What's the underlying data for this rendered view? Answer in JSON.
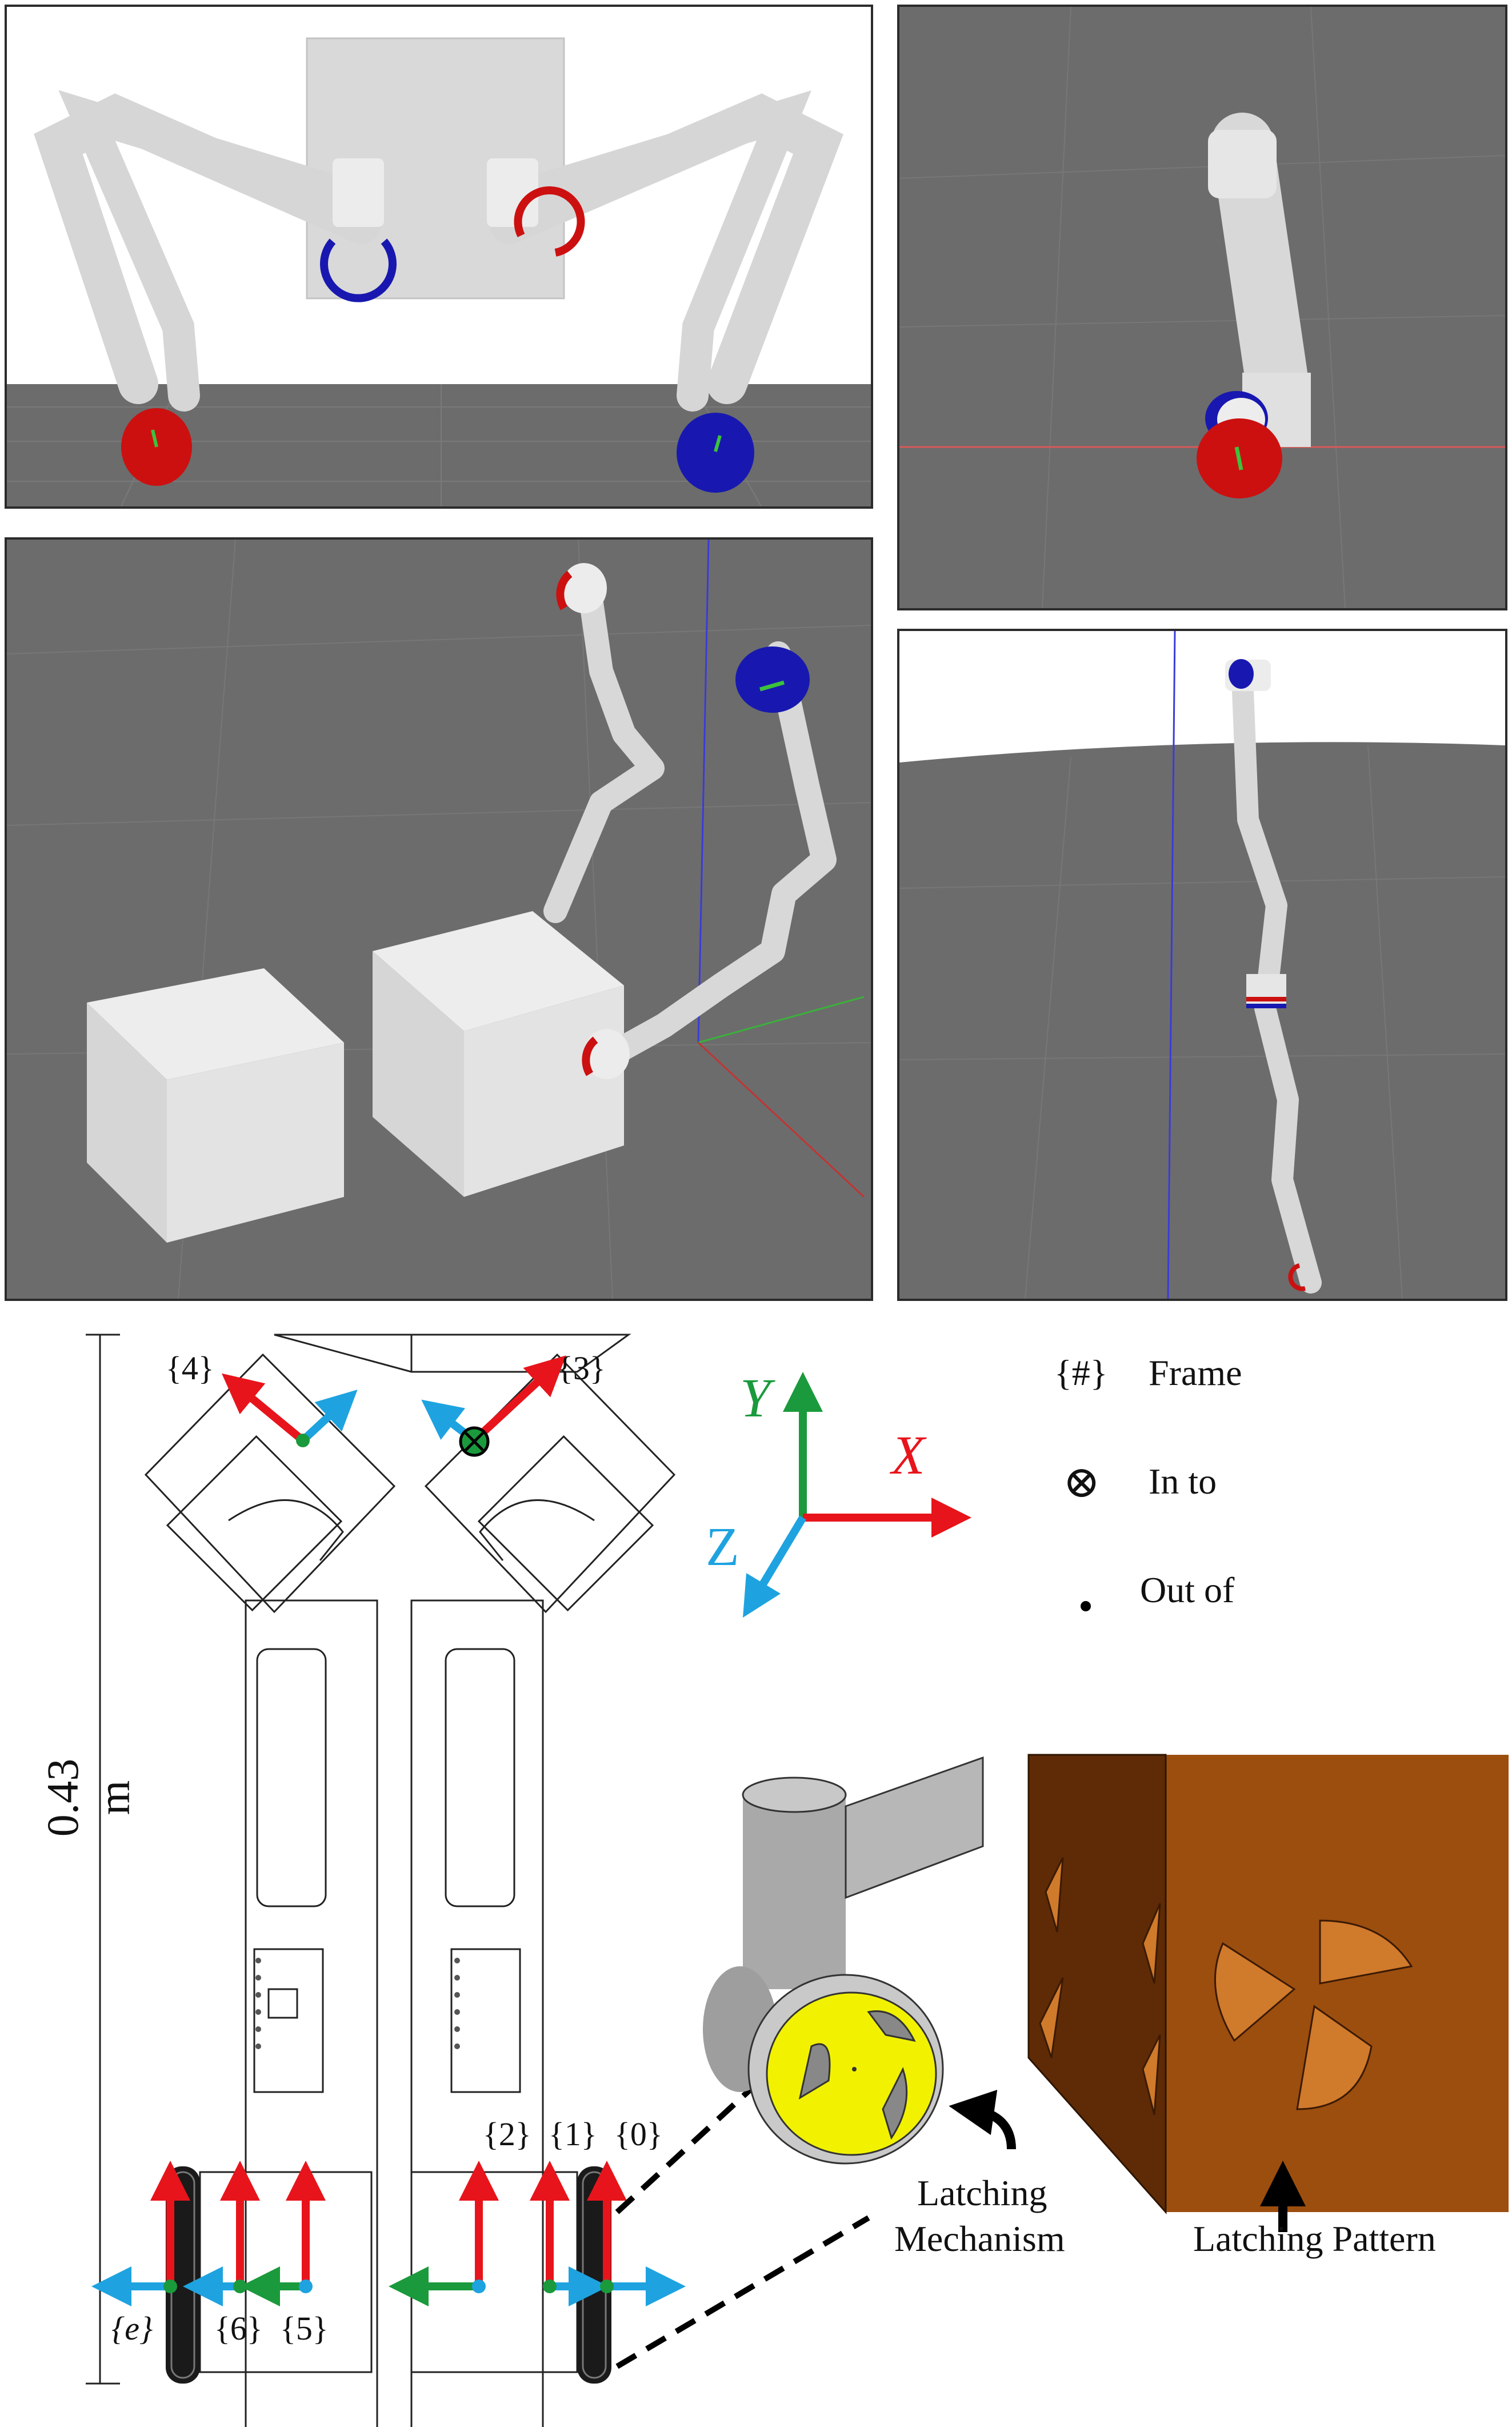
{
  "figure": {
    "dimension_label": "0.43 m",
    "frame_labels": [
      "{4}",
      "{3}",
      "{2}",
      "{1}",
      "{0}",
      "{e}",
      "{6}",
      "{5}"
    ],
    "axes": {
      "x": "X",
      "y": "Y",
      "z": "Z"
    },
    "legend": [
      {
        "symbol": "{#}",
        "text": "Frame"
      },
      {
        "symbol": "⊗",
        "text": "In to"
      },
      {
        "symbol": "•",
        "text": "Out of"
      }
    ],
    "callouts": {
      "mechanism_line1": "Latching",
      "mechanism_line2": "Mechanism",
      "pattern": "Latching Pattern"
    },
    "colors": {
      "x_axis": "#e8141b",
      "y_axis": "#1a9a3c",
      "z_axis": "#1ea3e0",
      "wheel_red": "#cc1010",
      "wheel_blue": "#1818b0",
      "latch_yellow": "#f2f200",
      "cube_brown": "#9c4e0e",
      "sim_floor": "#6e6e6e"
    }
  }
}
